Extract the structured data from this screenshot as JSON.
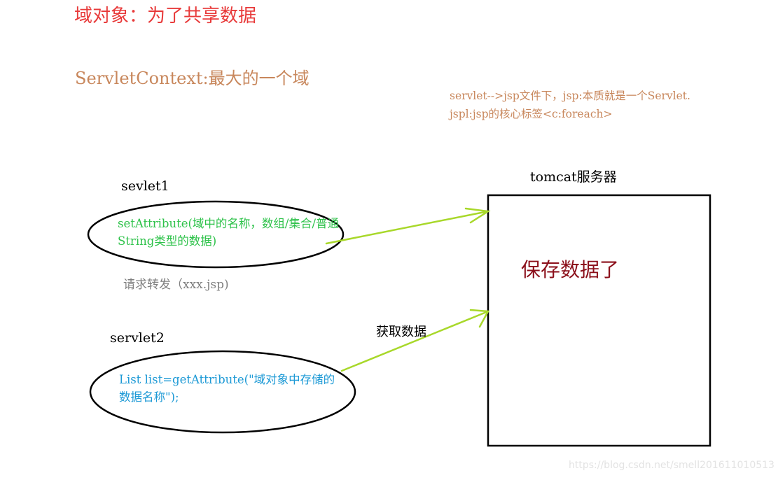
{
  "title": "域对象：为了共享数据",
  "subtitle": "ServletContext:最大的一个域",
  "notes": [
    "servlet-->jsp文件下，jsp:本质就是一个Servlet.",
    "jspl:jsp的核心标签<c:foreach>"
  ],
  "servlet1": {
    "label": "sevlet1",
    "text": "setAttribute(域中的名称，数组/集合/普通String类型的数据)"
  },
  "forward_label": "请求转发（xxx.jsp)",
  "servlet2": {
    "label": "servlet2",
    "text": "List list=getAttribute(\"域对象中存储的数据名称\");"
  },
  "get_data_label": "获取数据",
  "tomcat": {
    "label": "tomcat服务器",
    "box_text": "保存数据了"
  },
  "watermark": "https://blog.csdn.net/smell201611010513",
  "colors": {
    "title": "#e83a3a",
    "subtitle": "#c8875c",
    "servlet1_text": "#2ec24a",
    "servlet2_text": "#1e9ad6",
    "arrow": "#a8d82a",
    "box_text": "#8b0f1a"
  }
}
